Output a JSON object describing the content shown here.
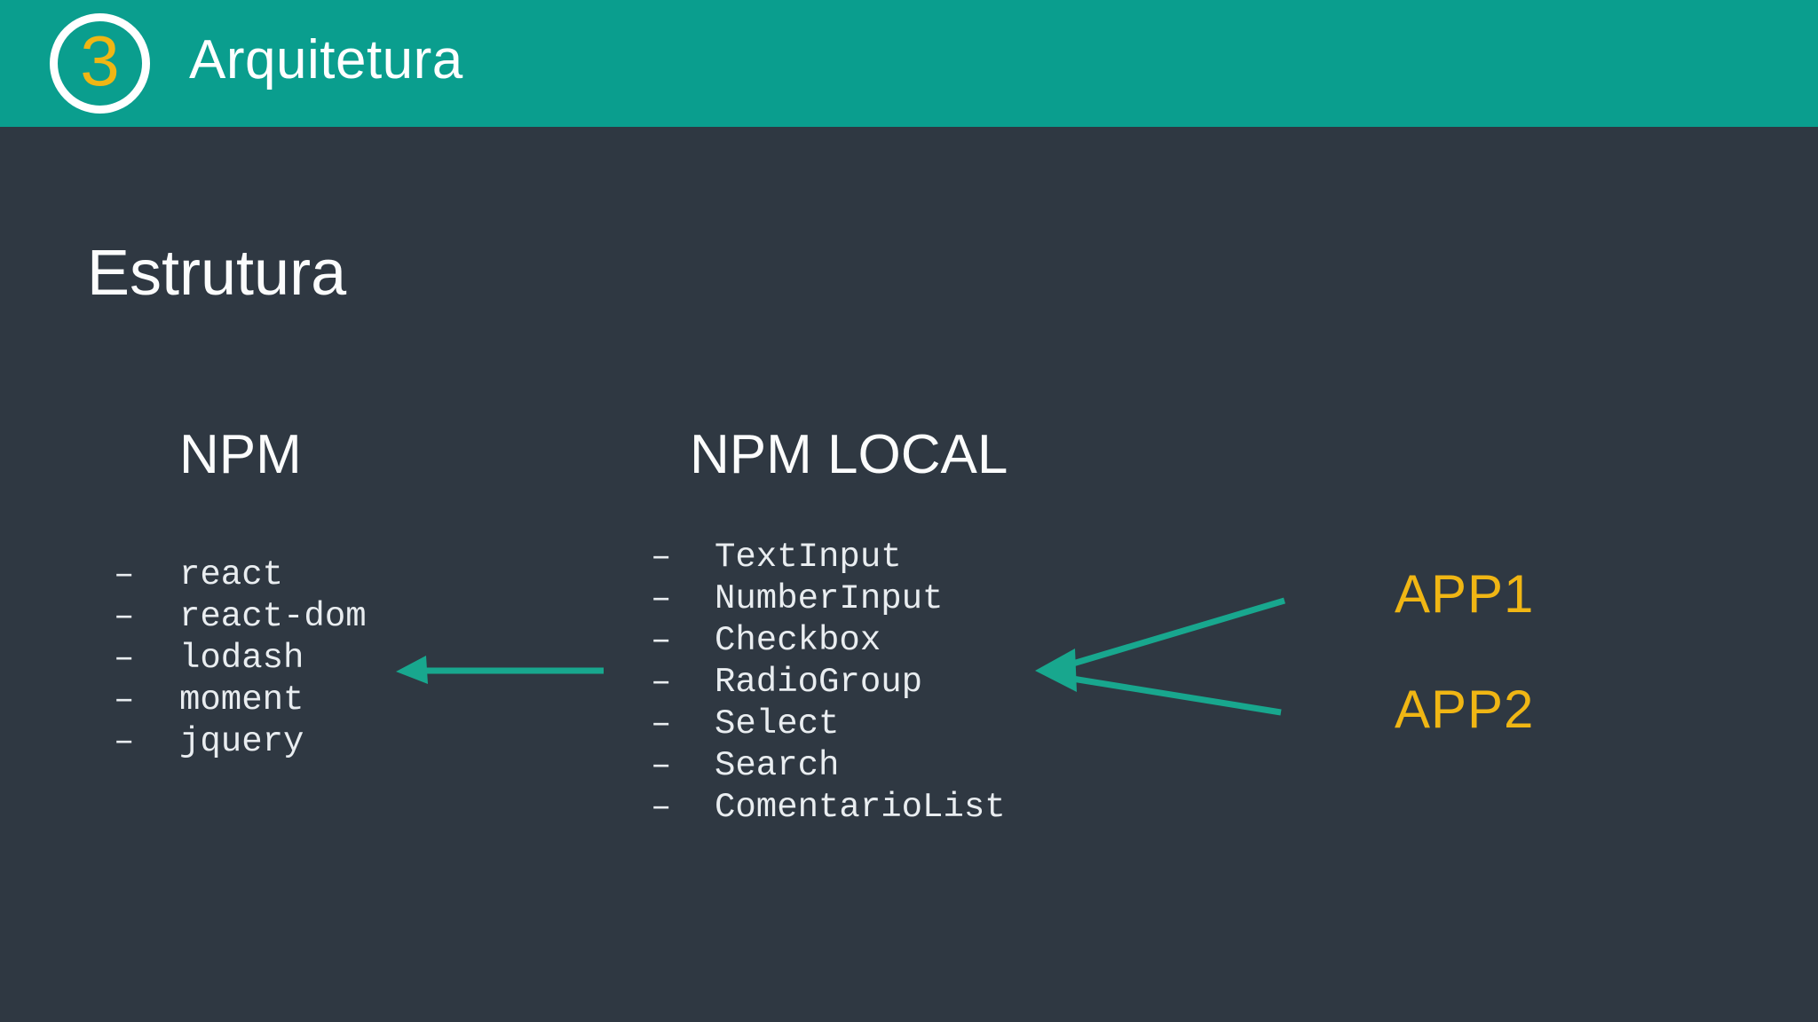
{
  "slide": {
    "step_number": "3",
    "header_title": "Arquitetura",
    "section_title": "Estrutura"
  },
  "columns": {
    "npm": {
      "title": "NPM",
      "bullet": "–",
      "items": [
        "react",
        "react-dom",
        "lodash",
        "moment",
        "jquery"
      ]
    },
    "npm_local": {
      "title": "NPM LOCAL",
      "bullet": "–",
      "items": [
        "TextInput",
        "NumberInput",
        "Checkbox",
        "RadioGroup",
        "Select",
        "Search",
        "ComentarioList"
      ]
    }
  },
  "annotations": {
    "app1": "APP1",
    "app2": "APP2"
  },
  "colors": {
    "header_teal": "#0a9e8e",
    "background_dark": "#2f3842",
    "arrow_teal": "#18a78e",
    "accent_yellow": "#f0b614",
    "text_light": "#e9edf0"
  }
}
